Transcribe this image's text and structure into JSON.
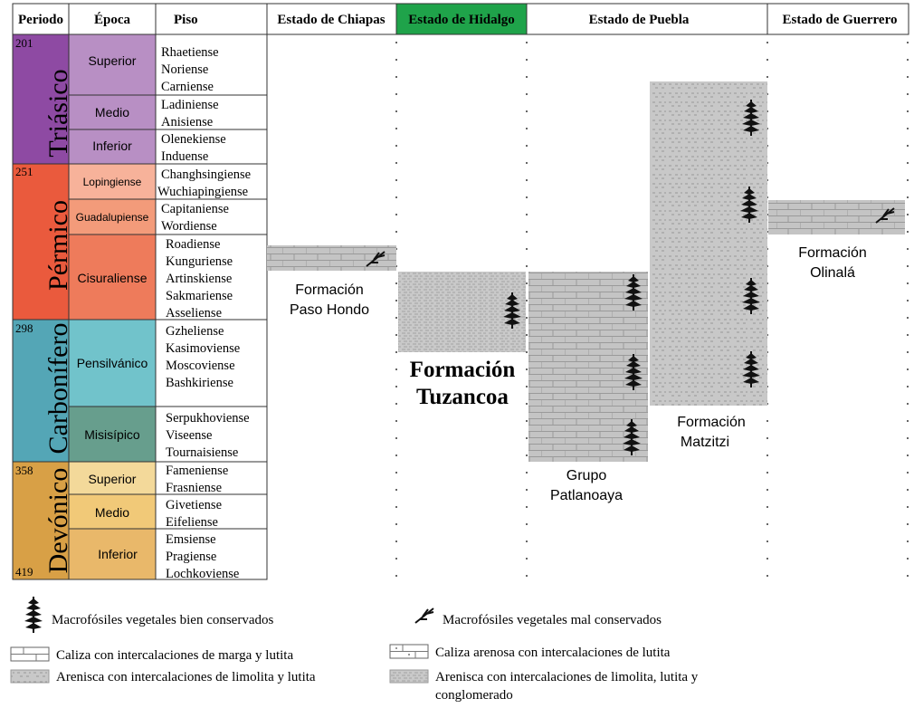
{
  "headers": {
    "periodo": "Periodo",
    "epoca": "Época",
    "piso": "Piso",
    "chiapas": "Estado de Chiapas",
    "hidalgo": "Estado de Hidalgo",
    "puebla": "Estado de Puebla",
    "guerrero": "Estado de Guerrero"
  },
  "colors": {
    "triasico": "#8e4aa3",
    "triasico_epoch": "#b88fc4",
    "permico": "#ea5a3d",
    "permico_epoch_light": "#f7b29a",
    "permico_epoch_mid": "#f39b7a",
    "permico_epoch_dark": "#ee7b5b",
    "carbonifero": "#54a6b6",
    "carbonifero_epoch": "#71c3cb",
    "carbonifero_epoch_dark": "#679e8d",
    "devonico": "#d8a046",
    "devonico_epoch_light": "#f3d99a",
    "devonico_epoch_mid": "#f1c978",
    "devonico_epoch_dark": "#e9b86a",
    "hidalgo_header": "#1fa34a",
    "rock_fill": "#c6c6c6"
  },
  "periods": {
    "triasico": "Triásico",
    "permico": "Pérmico",
    "carbonifero": "Carbonífero",
    "devonico": "Devónico"
  },
  "ages": {
    "a201": "201",
    "a251": "251",
    "a298": "298",
    "a358": "358",
    "a419": "419"
  },
  "epochs": {
    "tr_sup": "Superior",
    "tr_med": "Medio",
    "tr_inf": "Inferior",
    "p_lop": "Lopingiense",
    "p_gua": "Guadalupiense",
    "p_cis": "Cisuraliense",
    "c_pen": "Pensilvánico",
    "c_mis": "Misisípico",
    "d_sup": "Superior",
    "d_med": "Medio",
    "d_inf": "Inferior"
  },
  "stages": [
    "Rhaetiense",
    "Noriense",
    "Carniense",
    "Ladiniense",
    "Anisiense",
    "Olenekiense",
    "Induense",
    "Changhsingiense",
    "Wuchiapingiense",
    "Capitaniense",
    "Wordiense",
    "Roadiense",
    "Kunguriense",
    "Artinskiense",
    "Sakmariense",
    "Asseliense",
    "Gzheliense",
    "Kasimoviense",
    "Moscoviense",
    "Bashkiriense",
    "Serpukhoviense",
    "Viseense",
    "Tournaisiense",
    "Fameniense",
    "Frasniense",
    "Givetiense",
    "Eifeliense",
    "Emsiense",
    "Pragiense",
    "Lochkoviense"
  ],
  "formations": {
    "paso_hondo": [
      "Formación",
      "Paso Hondo"
    ],
    "tuzancoa": [
      "Formación",
      "Tuzancoa"
    ],
    "patlanoaya": [
      "Grupo",
      "Patlanoaya"
    ],
    "matzitzi": [
      "Formación",
      "Matzitzi"
    ],
    "olinala": [
      "Formación",
      "Olinalá"
    ]
  },
  "legend": {
    "well_preserved": "Macrofósiles vegetales bien conservados",
    "poorly_preserved": "Macrofósiles vegetales mal conservados",
    "limestone_marl": "Caliza con intercalaciones de marga y lutita",
    "sandy_limestone": "Caliza arenosa con intercalaciones de lutita",
    "sandstone_limolite": "Arenisca con intercalaciones de limolita y lutita",
    "sandstone_conglomerate": [
      "Arenisca con intercalaciones de limolita, lutita y",
      "conglomerado"
    ]
  }
}
